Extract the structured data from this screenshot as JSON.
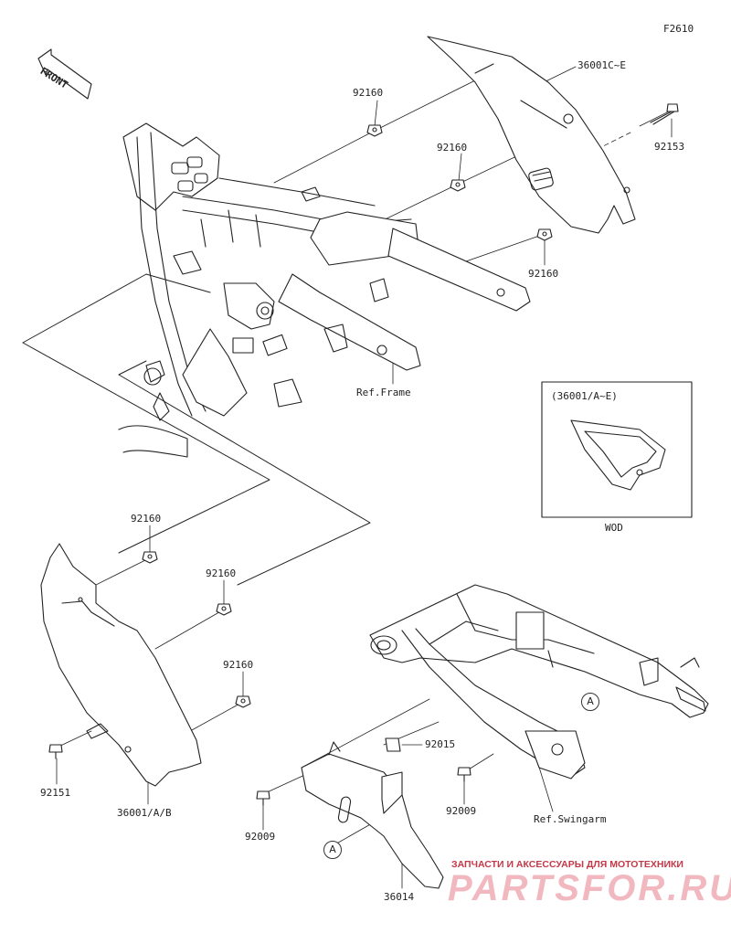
{
  "figure_code": "F2610",
  "front_label": "FRONT",
  "inset": {
    "title": "(36001/A~E)",
    "caption": "WOD"
  },
  "refs": {
    "frame": "Ref.Frame",
    "swingarm": "Ref.Swingarm"
  },
  "callout_marker": "A",
  "parts": {
    "cover_upper": "36001C~E",
    "bolt_upper": "92153",
    "nut_upper_1": "92160",
    "nut_upper_2": "92160",
    "nut_upper_3": "92160",
    "nut_lower_1": "92160",
    "nut_lower_2": "92160",
    "nut_lower_3": "92160",
    "bolt_lower": "92151",
    "cover_lower": "36001/A/B",
    "grommet": "92015",
    "screw_1": "92009",
    "screw_2": "92009",
    "chain_cover": "36014"
  },
  "watermark": {
    "tagline": "ЗАПЧАСТИ И АКСЕССУАРЫ ДЛЯ МОТОТЕХНИКИ",
    "brand": "PARTSFOR.RU"
  }
}
